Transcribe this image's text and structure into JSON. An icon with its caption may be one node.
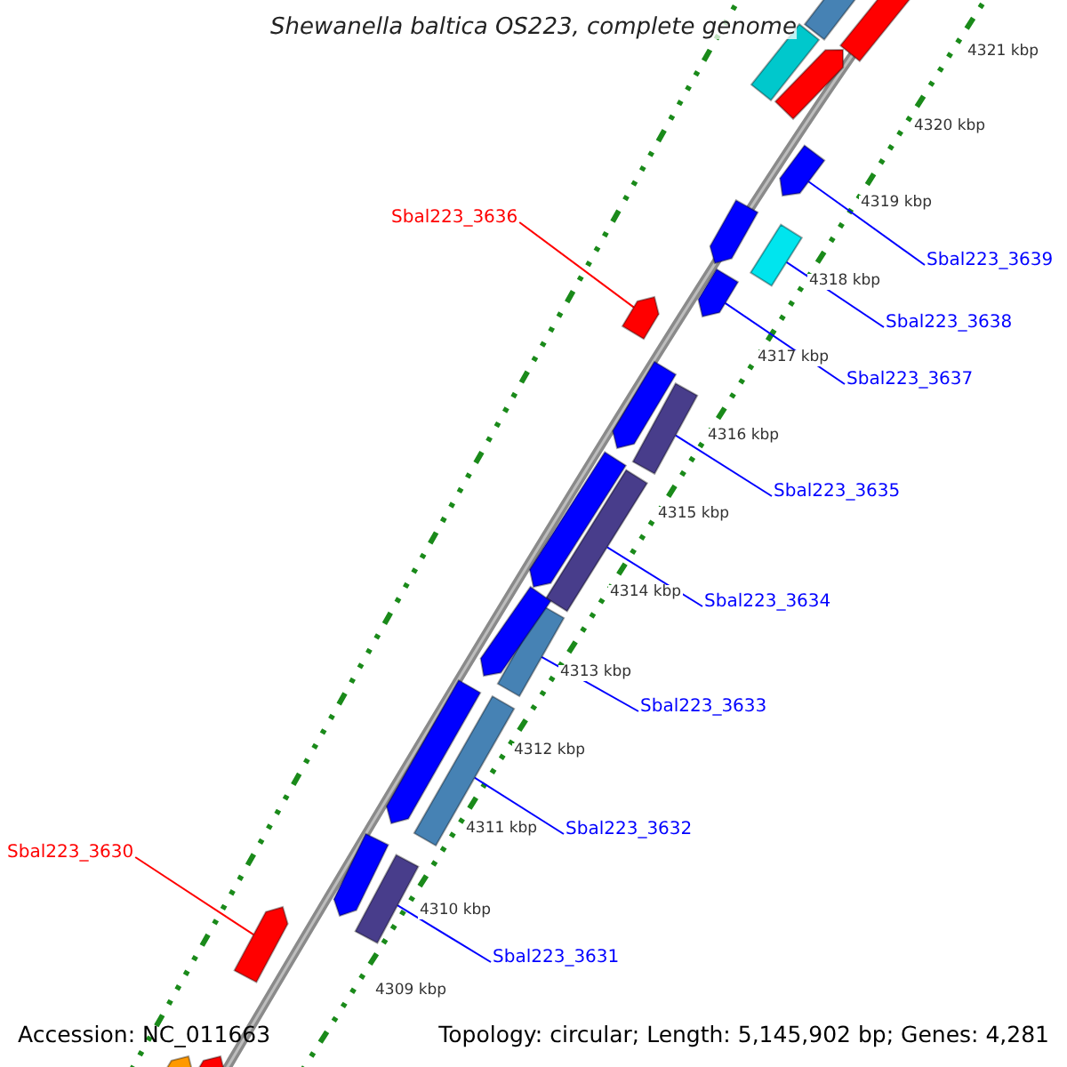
{
  "diagram": {
    "title": "Shewanella baltica OS223, complete genome",
    "nodes": [
      {
        "text": [
          "Sbal223_3636"
        ]
      },
      {
        "text": [
          "Sbal223_3639"
        ]
      },
      {
        "text": [
          "Sbal223_3638"
        ]
      },
      {
        "text": [
          "Sbal223_3637"
        ]
      },
      {
        "text": [
          "Sbal223_3635"
        ]
      },
      {
        "text": [
          "Sbal223_3634"
        ]
      },
      {
        "text": [
          "Sbal223_3633"
        ]
      },
      {
        "text": [
          "Sbal223_3632"
        ]
      },
      {
        "text": [
          "Sbal223_3630"
        ]
      },
      {
        "text": [
          "Sbal223_3631"
        ]
      },
      {
        "text": [],
        "shape": "bar"
      },
      {
        "text": [],
        "shape": "bar"
      },
      {
        "text": [],
        "shape": "bar"
      },
      {
        "text": [],
        "shape": "bar"
      },
      {
        "text": [],
        "shape": "bar"
      },
      {
        "text": [],
        "shape": "bar"
      },
      {
        "text": [],
        "shape": "bar"
      },
      {
        "text": [],
        "shape": "bar"
      },
      {
        "text": [],
        "shape": "bar"
      },
      {
        "text": [],
        "shape": "bar"
      },
      {
        "text": [],
        "shape": "bar"
      },
      {
        "text": [],
        "shape": "bar"
      },
      {
        "text": [],
        "shape": "bar"
      },
      {
        "text": [],
        "shape": "bar"
      },
      {
        "text": [],
        "shape": "bar"
      },
      {
        "text": [],
        "shape": "bar"
      },
      {
        "text": [],
        "shape": "bar"
      },
      {
        "text": [],
        "shape": "bar"
      },
      {
        "text": [],
        "shape": "bar"
      },
      {
        "text": [],
        "shape": "bar"
      },
      {
        "text": [],
        "shape": "bar"
      },
      {
        "text": [],
        "shape": "bar"
      }
    ],
    "edges": [
      {
        "from": 0,
        "to": 10,
        "arrow": "none",
        "color": "#ff0000"
      },
      {
        "from": 1,
        "to": 11,
        "arrow": "none"
      },
      {
        "from": 2,
        "to": 12,
        "arrow": "none"
      },
      {
        "from": 3,
        "to": 13,
        "arrow": "none"
      },
      {
        "from": 4,
        "to": 14,
        "arrow": "none"
      },
      {
        "from": 5,
        "to": 15,
        "arrow": "none"
      },
      {
        "from": 6,
        "to": 16,
        "arrow": "none"
      },
      {
        "from": 7,
        "to": 17,
        "arrow": "none"
      },
      {
        "from": 8,
        "to": 18,
        "arrow": "none",
        "color": "#ff0000"
      },
      {
        "from": 9,
        "to": 19,
        "arrow": "none"
      }
    ],
    "labels": [
      "4321 kbp",
      "4320 kbp",
      "4319 kbp",
      "4318 kbp",
      "4317 kbp",
      "4316 kbp",
      "4315 kbp",
      "4314 kbp",
      "4313 kbp",
      "4312 kbp",
      "4311 kbp",
      "4310 kbp",
      "4309 kbp",
      "Accession: NC_011663",
      "Topology: circular; Length: 5,145,902 bp; Genes: 4,281"
    ]
  }
}
